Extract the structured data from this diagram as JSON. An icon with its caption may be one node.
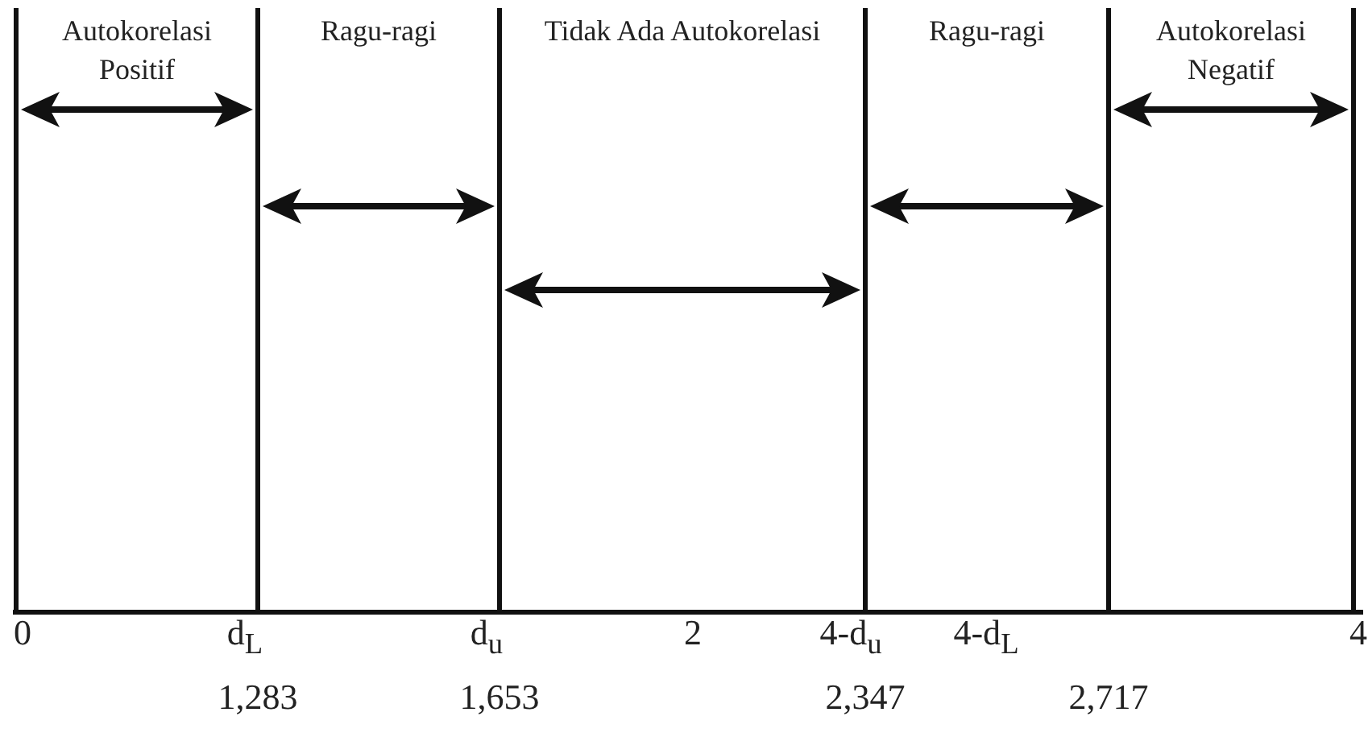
{
  "diagram": {
    "labels": [
      "Autokorelasi Positif",
      "Ragu-ragi",
      "Tidak Ada Autokorelasi",
      "Ragu-ragi",
      "Autokorelasi Negatif",
      "0",
      "d$_{L}$",
      "d$_{u}$",
      "2",
      "4-d$_{u}$",
      "4-d$_{L}$",
      "4",
      "1,283",
      "1,653",
      "2,347",
      "2,717"
    ]
  }
}
